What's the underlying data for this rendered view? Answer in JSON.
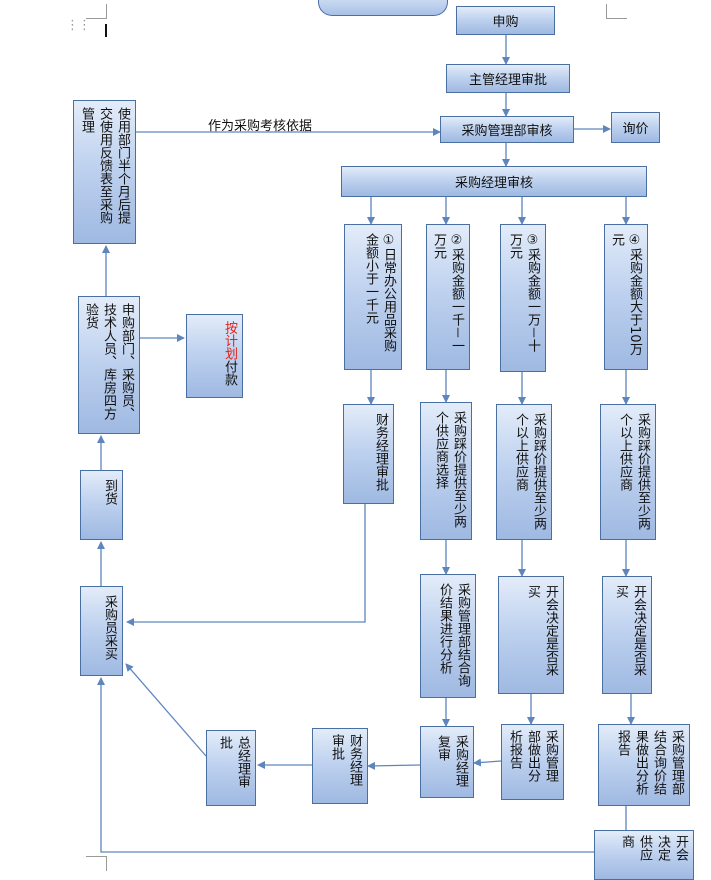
{
  "nodes": {
    "shengou": "申购",
    "zhuguan": "主管经理审批",
    "caigou_guanli_shenhe": "采购管理部审核",
    "xunjia": "询价",
    "caigou_jingli_shenhe": "采购经理审核",
    "feedback": "使用部门半个月后提交使用反馈表至采购管理",
    "feedback_note": "作为采购考核依据",
    "yanhuo": "申购部门、采购员、技术人员、库房四方验货",
    "fukuan_red": "按计划",
    "fukuan_rest": "付款",
    "daohuo": "到货",
    "caigouyuan_caimai": "采购员采买",
    "c1": "①日常办公用品采购金额小于一千元",
    "c2": "②采购金额一千－一万元",
    "c3": "③采购金额一万－十万元",
    "c4": "④采购金额大于10万元",
    "caiwu_shenpi": "财务经理审批",
    "r2": "采购踩价提供至少两个供应商选择",
    "r3": "采购踩价提供至少两个以上供应商",
    "r4": "采购踩价提供至少两个以上供应商",
    "s2": "采购管理部结合询价结果进行分析",
    "s3": "开会决定是否采买",
    "s4": "开会决定是否采买",
    "t2": "采购经理复审",
    "t3": "采购管理部做出分析报告",
    "t4": "采购管理部结合询价结果做出分析报告",
    "caiwu_pishen": "财务经理审批",
    "zong_jingli": "总经理审批",
    "bottom": "开会决定供应商"
  }
}
